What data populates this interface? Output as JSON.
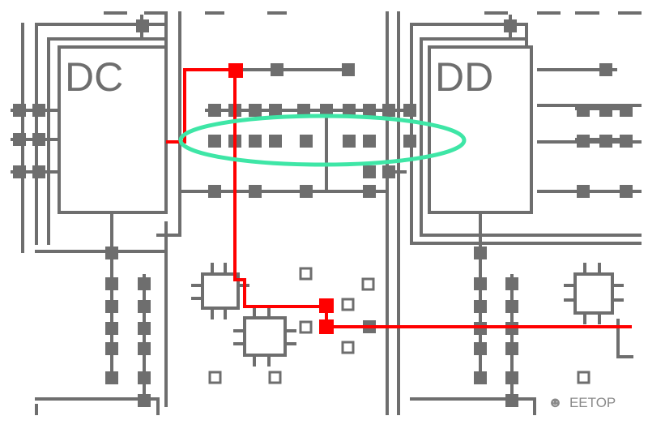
{
  "blocks": {
    "dc": {
      "label": "DC"
    },
    "dd": {
      "label": "DD"
    }
  },
  "watermark": {
    "text": "EETOP",
    "icon": "wechat-icon"
  },
  "colors": {
    "wire": "#6e6e6e",
    "highlight_net": "#ff0000",
    "bus_ellipse": "#3ee6a6",
    "background": "#ffffff"
  }
}
